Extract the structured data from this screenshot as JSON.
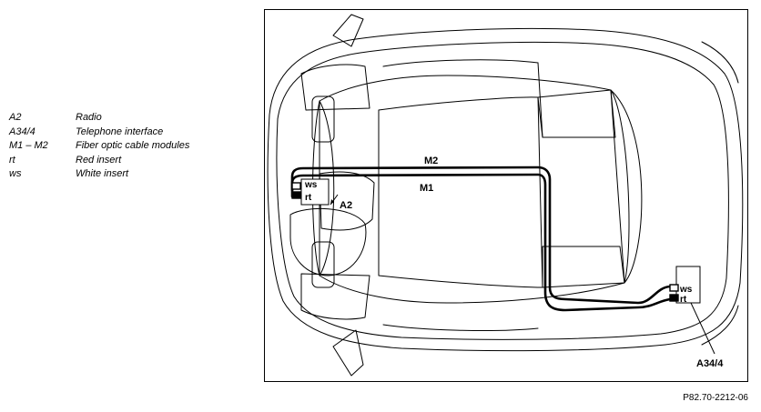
{
  "legend": [
    {
      "code": "A2",
      "description": "Radio"
    },
    {
      "code": "A34/4",
      "description": "Telephone interface"
    },
    {
      "code": "M1 – M2",
      "description": "Fiber optic cable modules"
    },
    {
      "code": "rt",
      "description": "Red insert"
    },
    {
      "code": "ws",
      "description": "White insert"
    }
  ],
  "diagram": {
    "labels": {
      "m2": "M2",
      "m1": "M1",
      "a2": "A2",
      "a34_4": "A34/4",
      "ws_front": "ws",
      "rt_front": "rt",
      "ws_rear": "ws",
      "rt_rear": "rt"
    }
  },
  "figure_id": "P82.70-2212-06"
}
